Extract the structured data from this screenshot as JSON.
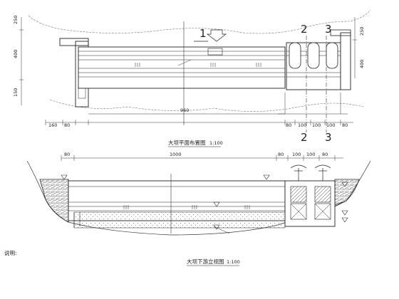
{
  "plan": {
    "dims_top": [
      "250",
      "400",
      "150"
    ],
    "dims_right": [
      "250",
      "400"
    ],
    "dim_main": "960",
    "dims_bottom": [
      "160",
      "80",
      "80",
      "100",
      "100",
      "100",
      "80"
    ],
    "section_1": "1",
    "section_2": "2",
    "section_3": "3",
    "title": "大坝平面布置图",
    "scale": "1:100"
  },
  "elevation": {
    "dims_top": [
      "80",
      "1000",
      "80",
      "100",
      "100",
      "80"
    ],
    "title": "大坝下游立视图",
    "scale": "1:100"
  },
  "notes": {
    "heading": "说明:",
    "items": []
  }
}
